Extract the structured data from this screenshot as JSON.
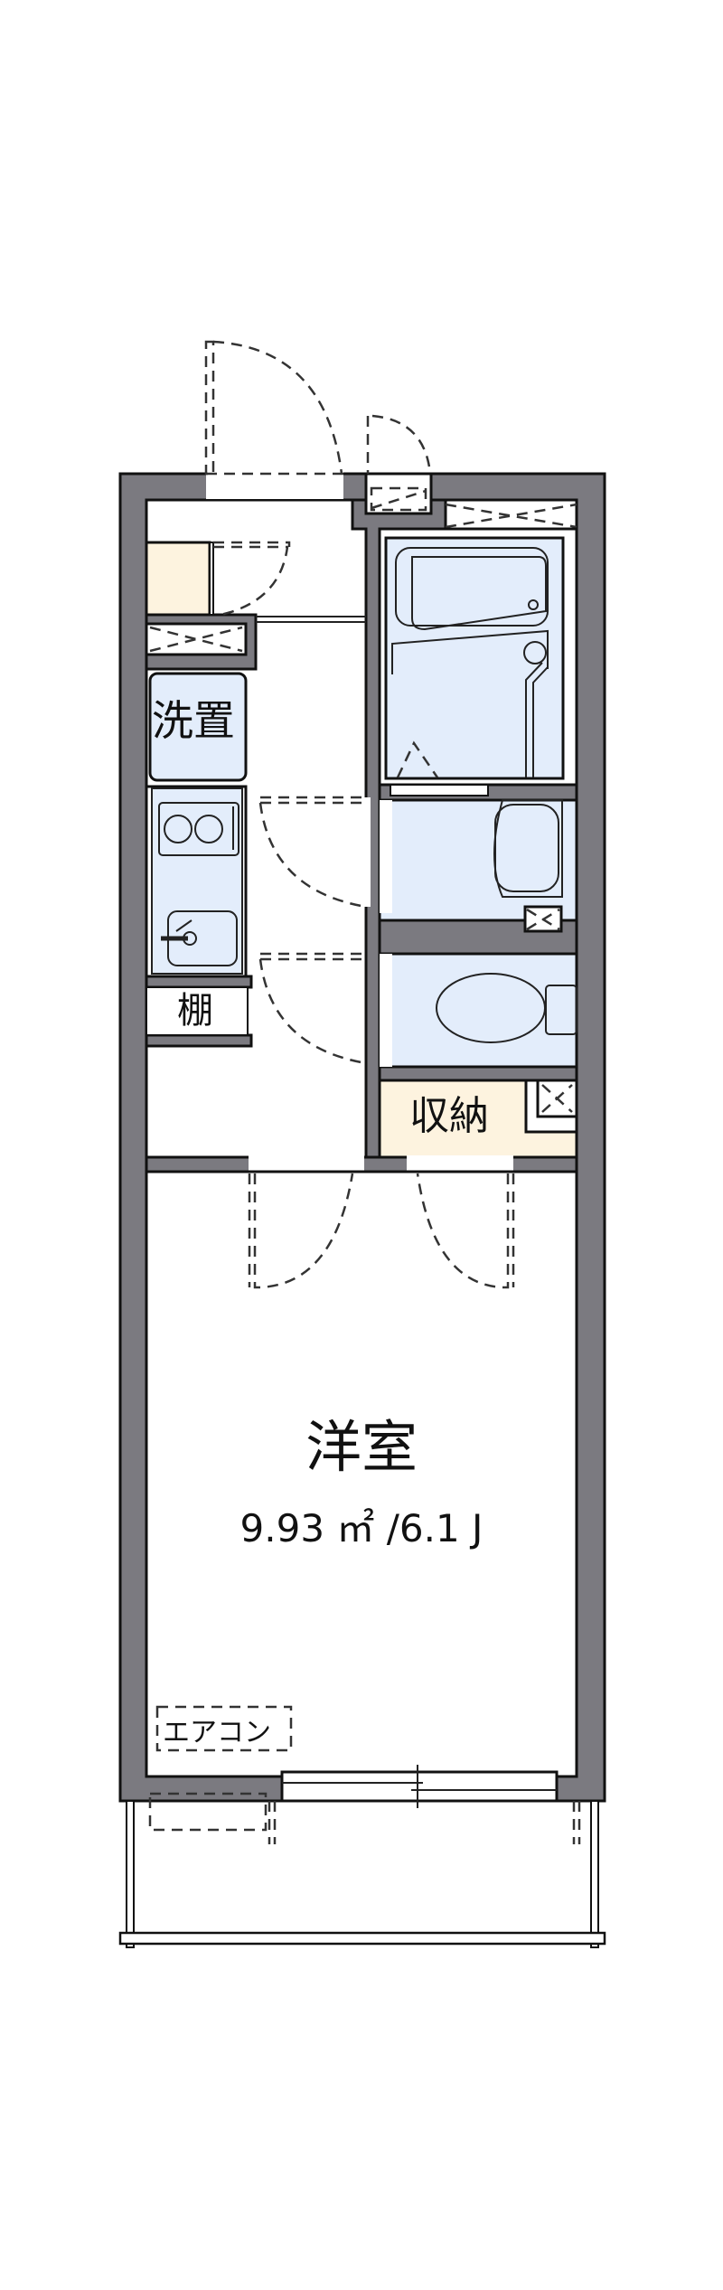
{
  "floor_plan": {
    "colors": {
      "wall": "#7b7a80",
      "wall_outline": "#111111",
      "wet_area_fill": "#e3edfb",
      "storage_fill": "#fdf3df",
      "background": "#ffffff"
    },
    "rooms": {
      "washer": {
        "label": "洗置"
      },
      "shelf": {
        "label": "棚"
      },
      "storage": {
        "label": "収納"
      },
      "western_room": {
        "label": "洋室",
        "area": "9.93 ㎡ /6.1 J"
      },
      "air_conditioner": {
        "label": "エアコン"
      }
    },
    "fixtures": [
      "entrance-door",
      "shoe-box",
      "bathtub",
      "washbasin",
      "toilet",
      "kitchen-stove",
      "kitchen-sink",
      "sliding-window",
      "balcony"
    ]
  }
}
